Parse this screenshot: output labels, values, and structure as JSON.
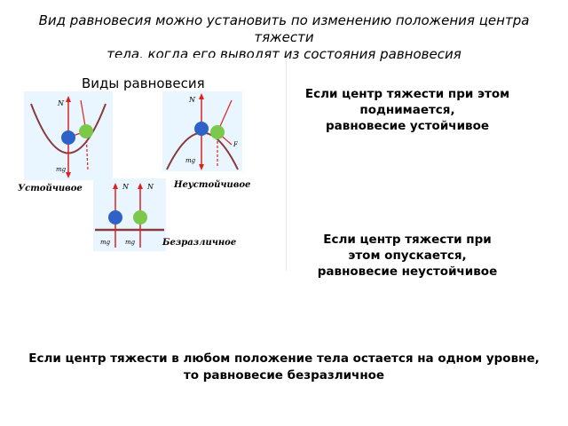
{
  "slide": {
    "title_line1": "Вид равновесия можно установить по изменению положения  центра",
    "title_line2": "тяжести",
    "title_line3_partial": "тела, когда его выводят из состояния равновесия"
  },
  "figure": {
    "title": "Виды равновесия",
    "captions": {
      "stable": "Устойчивое",
      "unstable": "Неустойчивое",
      "neutral": "Безразличное"
    },
    "vector_labels": {
      "normal": "N",
      "weight": "mg",
      "force": "F"
    },
    "colors": {
      "panel_bg": "#eaf6ff",
      "ball_blue": "#2f62c8",
      "ball_green": "#7cc84a",
      "arrow_red": "#e0201c",
      "surface": "#8a3a3a"
    }
  },
  "statements": {
    "stable": [
      "Если центр тяжести при этом",
      "поднимается,",
      "равновесие устойчивое"
    ],
    "unstable": [
      "Если центр тяжести при",
      "этом опускается,",
      "равновесие неустойчивое"
    ],
    "neutral": [
      "Если центр тяжести в любом положение тела остается на одном уровне,",
      "то равновесие безразличное"
    ]
  }
}
